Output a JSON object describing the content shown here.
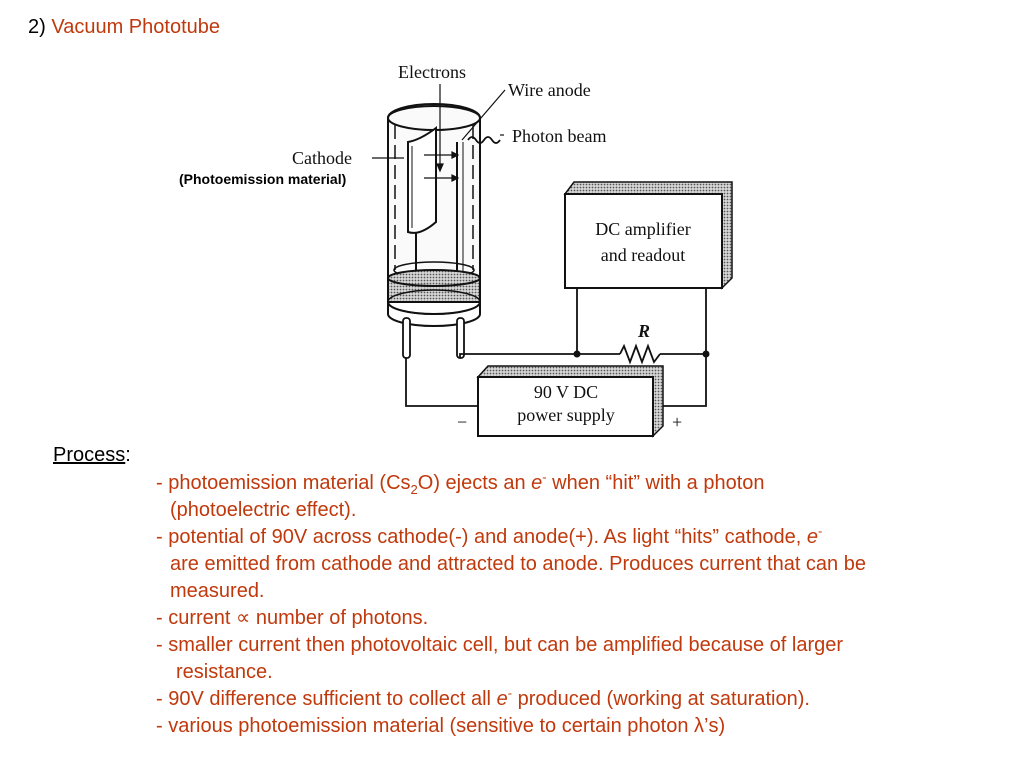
{
  "heading": {
    "number": "2)",
    "title": "Vacuum Phototube"
  },
  "diagram": {
    "electrons": "Electrons",
    "wire_anode": "Wire anode",
    "photon_beam": "Photon beam",
    "cathode": "Cathode",
    "photoemission_material": "(Photoemission material)",
    "amp_line1": "DC amplifier",
    "amp_line2": "and readout",
    "resistor": "R",
    "ps_line1": "90 V DC",
    "ps_line2": "power supply",
    "minus": "−",
    "plus": "+"
  },
  "process": {
    "label": "Process",
    "colon": ":",
    "l1a": "- photoemission material (Cs",
    "l1sub": "2",
    "l1b": "O) ejects an ",
    "e": "e",
    "sup": "-",
    "l1c": " when “hit” with a photon",
    "l2": "(photoelectric effect).",
    "l3a": "- potential of 90V across cathode(-) and anode(+).  As light “hits” cathode, ",
    "l4": "are emitted from cathode and attracted to anode. Produces current that can be",
    "l5": "measured.",
    "l6a": "- current ",
    "prop": "∝",
    "l6b": " number of photons.",
    "l7": "- smaller current then photovoltaic cell, but can be amplified because of larger",
    "l8": "resistance.",
    "l9a": "- 90V difference sufficient to collect all ",
    "l9b": " produced (working at saturation).",
    "l10a": "- various photoemission material (sensitive to certain photon ",
    "lambda": "λ",
    "l10b": "’s)"
  }
}
